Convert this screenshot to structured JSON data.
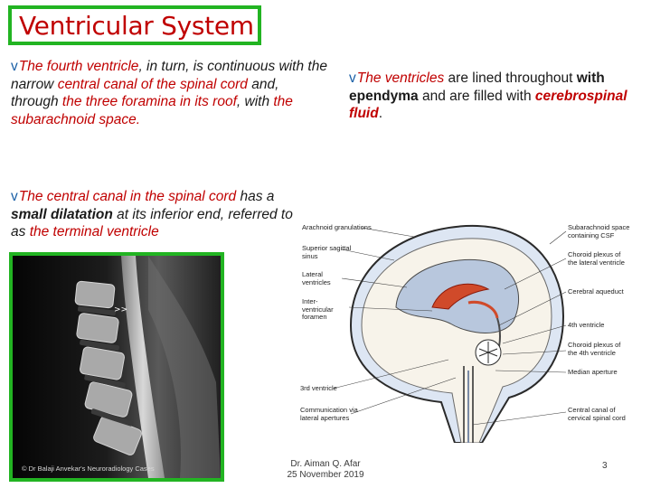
{
  "title": "Ventricular System",
  "bullet_symbol": "v",
  "para1": {
    "a": "The fourth ventricle",
    "b": ", in turn, is continuous with the narrow ",
    "c": "central canal of the spinal cord",
    "d": " and, through ",
    "e": "the three foramina in its roof",
    "f": ", with ",
    "g": "the subarachnoid space."
  },
  "para2": {
    "a": "The ventricles",
    "b": " are lined throughout ",
    "c": "with ependyma",
    "d": " and are filled with ",
    "e": "cerebrospinal fluid",
    "f": "."
  },
  "para3": {
    "a": "The central canal in the spinal cord",
    "b": " has a ",
    "c": "small dilatation",
    "d": " at its inferior end, referred to as ",
    "e": "the terminal ventricle"
  },
  "mri": {
    "caption": "© Dr Balaji Anvekar's Neuroradiology Cases",
    "marker": ">>"
  },
  "diagram_labels": {
    "arachnoid": "Arachnoid granulations",
    "sagittal": "Superior sagittal\nsinus",
    "lateral": "Lateral\nventricles",
    "foramen": "Inter-\nventricular\nforamen",
    "third": "3rd ventricle",
    "communication": "Communication via\nlateral apertures",
    "subarachnoid": "Subarachnoid space\ncontaining CSF",
    "choroid_lat": "Choroid plexus of\nthe lateral ventricle",
    "aqueduct": "Cerebral aqueduct",
    "fourth": "4th ventricle",
    "choroid_4th": "Choroid plexus of\nthe 4th ventricle",
    "median": "Median aperture",
    "central": "Central canal of\ncervical spinal cord"
  },
  "footer": {
    "author": "Dr. Aiman Q. Afar",
    "date": "25 November 2019",
    "page": "3"
  },
  "colors": {
    "accent_red": "#c00000",
    "frame_green": "#22b422",
    "bullet_blue": "#1a5fa6"
  }
}
